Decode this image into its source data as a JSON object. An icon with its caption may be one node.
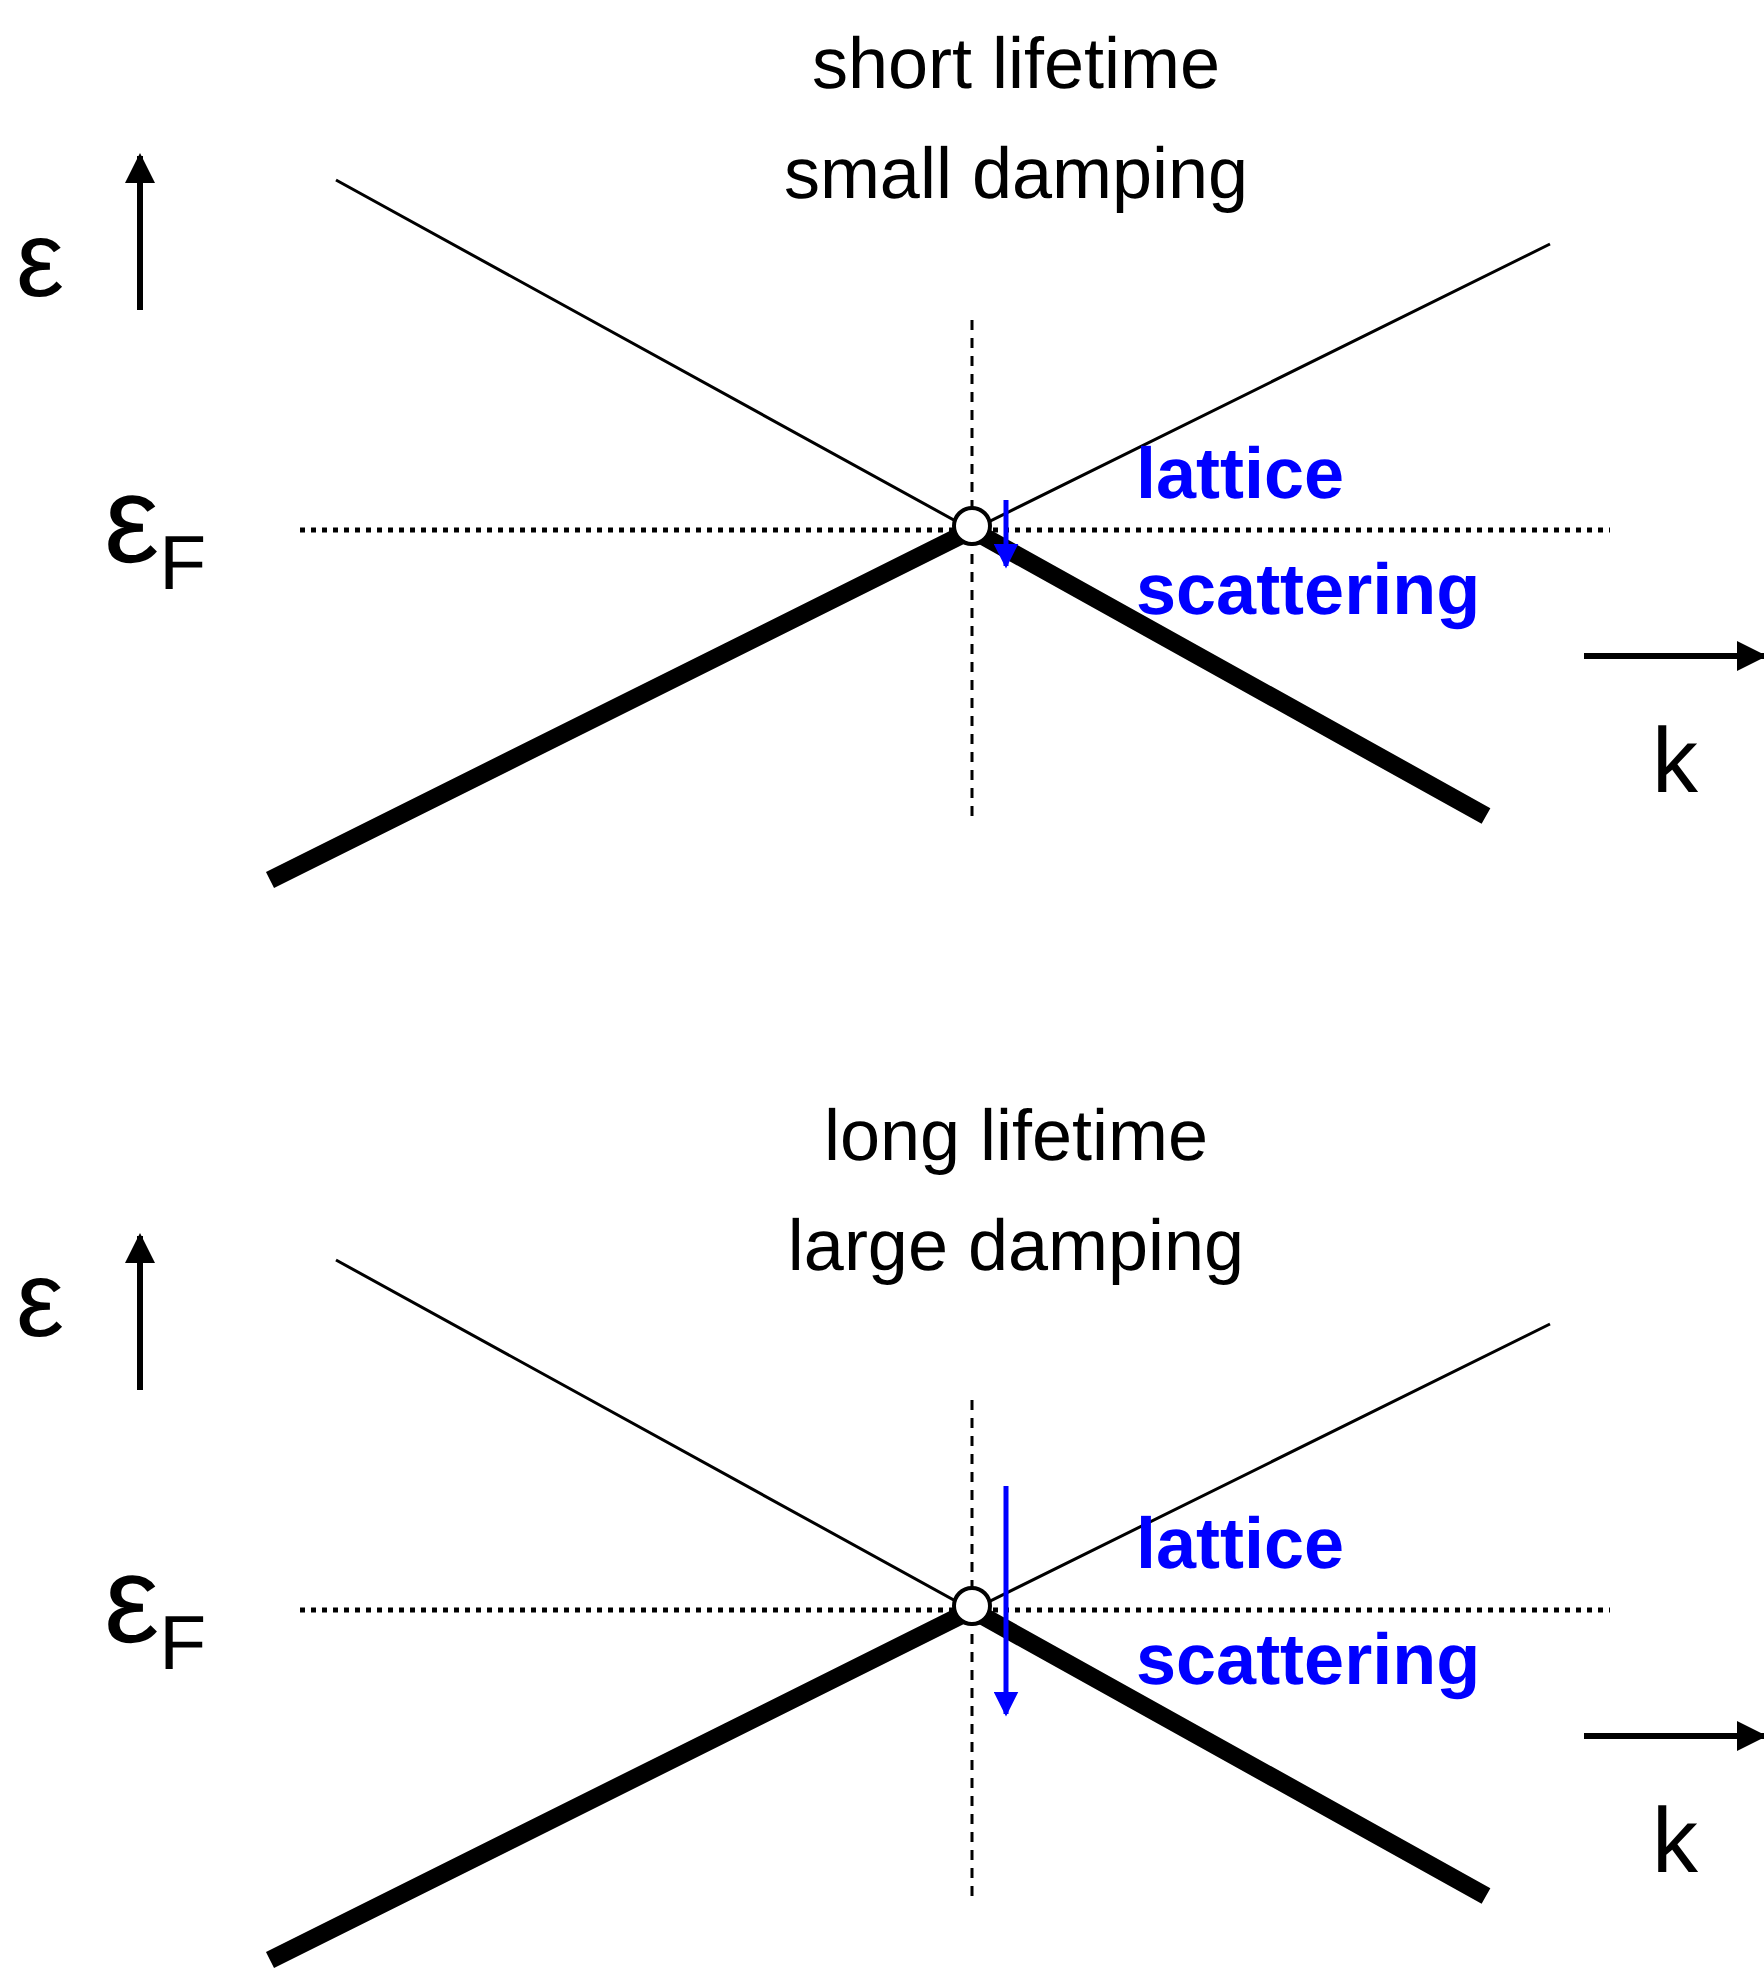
{
  "diagram": {
    "labels": [
      "short lifetime small damping",
      "ε",
      "ε$_{F}$",
      "lattice scattering",
      "k",
      "long lifetime large damping",
      "ε",
      "ε$_{F}$",
      "lattice scattering",
      "k"
    ]
  }
}
